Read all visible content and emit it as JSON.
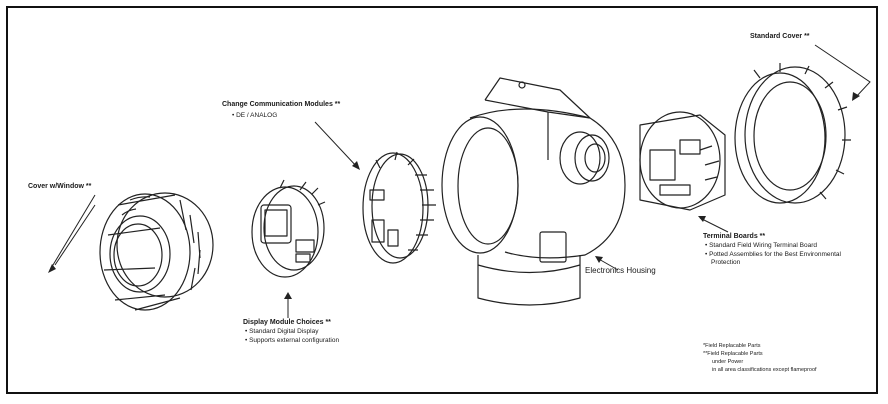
{
  "labels": {
    "cover_window": "Cover w/Window **",
    "change_comm": "Change Communication Modules **",
    "change_comm_item": "DE / ANALOG",
    "display_module": "Display Module Choices **",
    "display_items": [
      "Standard Digital Display",
      "Supports external configuration"
    ],
    "electronics_housing": "Electronics Housing",
    "terminal_boards": "Terminal Boards **",
    "terminal_items": [
      "Standard Field Wiring Terminal Board",
      "Potted Assemblies for the Best Environmental",
      "Protection"
    ],
    "standard_cover": "Standard Cover **"
  },
  "notes": {
    "line1": "*Field Replacable Parts",
    "line2": "**Field Replacable Parts",
    "line3": "under Power",
    "line4": "in all area classifications except flameproof"
  },
  "colors": {
    "ink": "#222222",
    "frame": "#111111",
    "bg": "#ffffff"
  }
}
